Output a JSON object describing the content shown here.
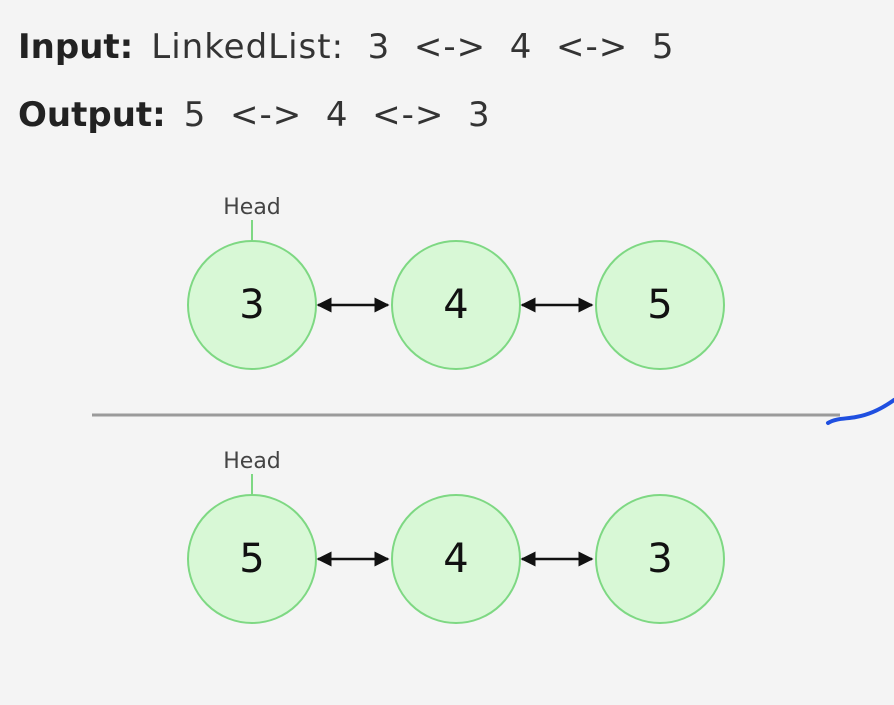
{
  "problem": {
    "input_label": "Input:",
    "input_value": "LinkedList:  3  <->  4  <->  5",
    "output_label": "Output:",
    "output_value": "5  <->  4  <->  3"
  },
  "diagram": {
    "head_label": "Head",
    "before": {
      "nodes": [
        "3",
        "4",
        "5"
      ]
    },
    "after": {
      "nodes": [
        "5",
        "4",
        "3"
      ]
    },
    "colors": {
      "node_fill": "#d8f8d6",
      "node_stroke": "#7ed883",
      "separator": "#9a9a9a",
      "pen_mark": "#1f4fe0"
    }
  }
}
